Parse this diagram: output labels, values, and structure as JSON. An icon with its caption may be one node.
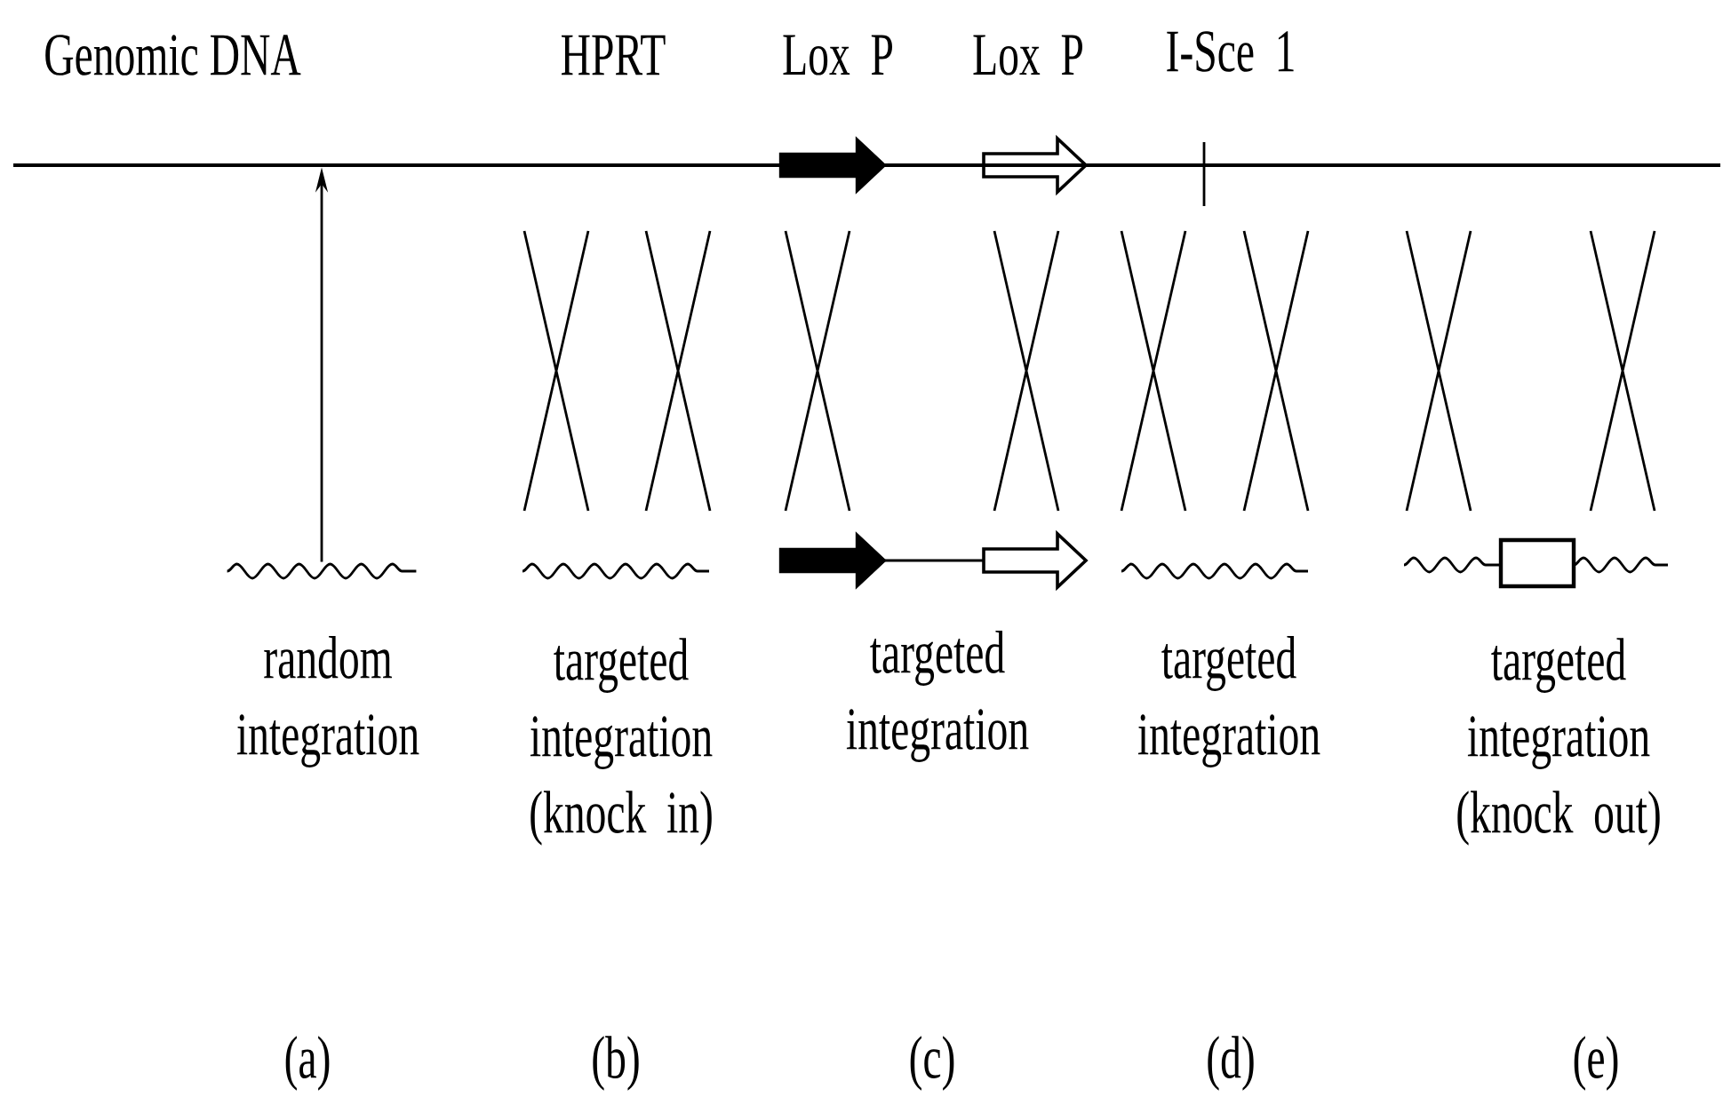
{
  "diagram": {
    "nodes": [
      {
        "text": [],
        "shape": "line",
        "beside": [
          "Genomic DNA"
        ]
      },
      {
        "text": [],
        "shape": "wave"
      }
    ],
    "edges": [
      {
        "from": 1,
        "to": 0,
        "arrow": "to"
      }
    ],
    "labels": [
      "HPRT",
      "Lox P",
      "Lox P",
      "I-Sce 1",
      "random integration",
      "targeted integration (knock in)",
      "targeted integration",
      "targeted integration",
      "targeted integration (knock out)",
      "(a)",
      "(b)",
      "(c)",
      "(d)",
      "(e)"
    ]
  }
}
